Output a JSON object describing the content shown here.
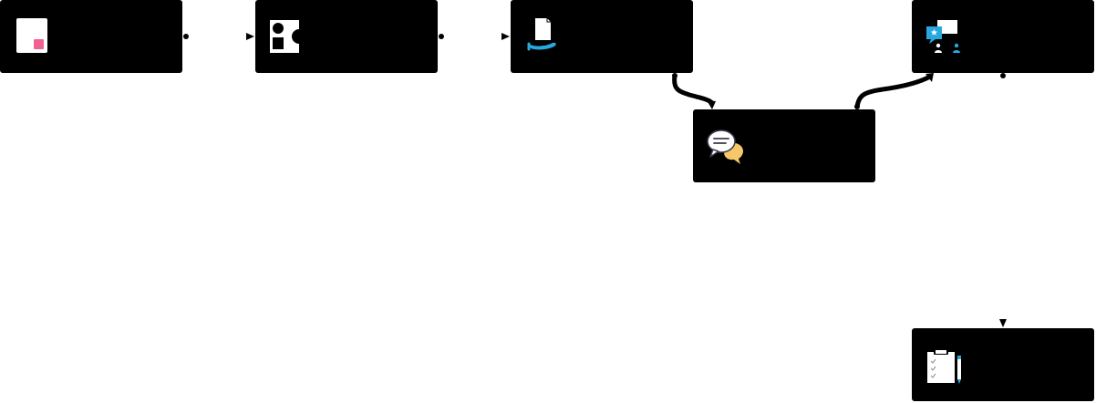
{
  "diagram": {
    "nodes": [
      {
        "id": "n1",
        "label": "",
        "icon": "document-icon"
      },
      {
        "id": "n2",
        "label": "",
        "icon": "shapes-icon"
      },
      {
        "id": "n3",
        "label": "",
        "icon": "document-hand-icon"
      },
      {
        "id": "n4",
        "label": "",
        "icon": "chat-bubbles-icon"
      },
      {
        "id": "n5",
        "label": "",
        "icon": "feedback-people-icon"
      },
      {
        "id": "n6",
        "label": "",
        "icon": "clipboard-checklist-icon"
      }
    ],
    "edges": [
      {
        "from": "n1",
        "to": "n2"
      },
      {
        "from": "n2",
        "to": "n3"
      },
      {
        "from": "n3",
        "to": "n4"
      },
      {
        "from": "n4",
        "to": "n5"
      },
      {
        "from": "n5",
        "to": "n6"
      }
    ],
    "colors": {
      "node_fill": "#000000",
      "connector": "#000000",
      "pink_accent": "#f06292",
      "blue_accent": "#29a8e0",
      "yellow_accent": "#f7c86a"
    }
  }
}
